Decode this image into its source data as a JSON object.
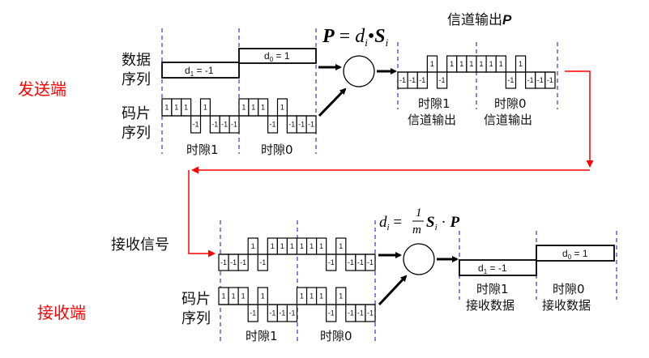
{
  "colors": {
    "side_label": "#ff0000",
    "feedback_line": "#ff0000",
    "slot_divider": "#4444cc",
    "waveform": "#000000"
  },
  "sender": {
    "side_label": "发送端",
    "data_seq_label": [
      "数据",
      "序列"
    ],
    "chip_seq_label": [
      "码片",
      "序列"
    ],
    "data_bits": [
      {
        "label_base": "d",
        "label_sub": "1",
        "label_rest": " = -1",
        "value": -1
      },
      {
        "label_base": "d",
        "label_sub": "0",
        "label_rest": " = 1",
        "value": 1
      }
    ],
    "chip_sequence": [
      1,
      1,
      1,
      -1,
      1,
      -1,
      -1,
      -1
    ],
    "slot_labels": [
      "时隙1",
      "时隙0"
    ],
    "formula": {
      "lhs": "P",
      "eq": " = ",
      "d": "d",
      "sub_i": "i",
      "dot": "•",
      "s": "S",
      "sub_i2": "i"
    },
    "output_title": "信道输出",
    "output_title_symbol": "P",
    "channel_output": [
      -1,
      -1,
      -1,
      1,
      -1,
      1,
      1,
      1,
      1,
      1,
      1,
      -1,
      1,
      -1,
      -1,
      -1
    ],
    "output_slot_labels": [
      {
        "line1": "时隙1",
        "line2": "信道输出"
      },
      {
        "line1": "时隙0",
        "line2": "信道输出"
      }
    ]
  },
  "receiver": {
    "side_label": "接收端",
    "received_label": "接收信号",
    "chip_seq_label": [
      "码片",
      "序列"
    ],
    "received_signal": [
      -1,
      -1,
      -1,
      1,
      -1,
      1,
      1,
      1,
      1,
      1,
      1,
      -1,
      1,
      -1,
      -1,
      -1
    ],
    "chip_sequence": [
      1,
      1,
      1,
      -1,
      1,
      -1,
      -1,
      -1,
      1,
      1,
      1,
      -1,
      1,
      -1,
      -1,
      -1
    ],
    "slot_labels": [
      "时隙1",
      "时隙0"
    ],
    "formula": {
      "d": "d",
      "sub_i": "i",
      "eq": " = ",
      "num": "1",
      "den": "m",
      "s": "S",
      "sub_i2": "i",
      "dot": " · ",
      "p": "P"
    },
    "data_bits": [
      {
        "label_base": "d",
        "label_sub": "1",
        "label_rest": " = -1",
        "value": -1
      },
      {
        "label_base": "d",
        "label_sub": "0",
        "label_rest": " = 1",
        "value": 1
      }
    ],
    "output_slot_labels": [
      {
        "line1": "时隙1",
        "line2": "接收数据"
      },
      {
        "line1": "时隙0",
        "line2": "接收数据"
      }
    ]
  }
}
